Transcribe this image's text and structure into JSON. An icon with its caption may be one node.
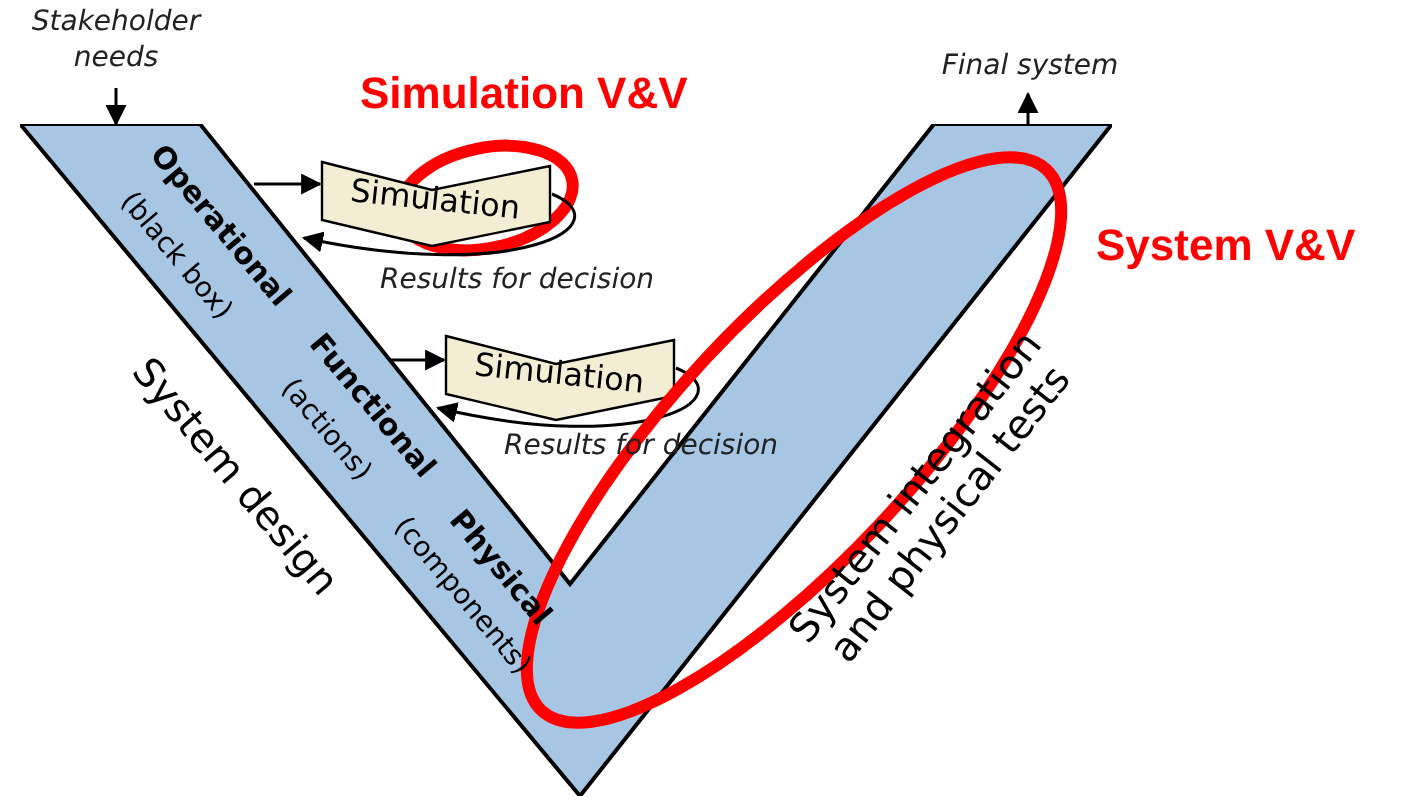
{
  "diagram": {
    "nodes": [
      {
        "text": [
          "Stakeholder needs"
        ]
      },
      {
        "text": [
          "Final system"
        ]
      },
      {
        "text": [
          "Operational",
          "(black box)",
          "Functional",
          "(actions)",
          "Physical",
          "(components)"
        ],
        "beside": [
          "System design",
          "System integration and physical tests"
        ]
      },
      {
        "text": [
          "Simulation"
        ]
      },
      {
        "text": [
          "Simulation"
        ]
      }
    ],
    "edges": [
      {
        "from": 0,
        "to": 2,
        "arrow": "to"
      },
      {
        "from": 2,
        "to": 3,
        "arrow": "to"
      },
      {
        "from": 3,
        "to": 2,
        "arrow": "to",
        "label": "Results for decision"
      },
      {
        "from": 2,
        "to": 4,
        "arrow": "to"
      },
      {
        "from": 4,
        "to": 2,
        "arrow": "to",
        "label": "Results for decision"
      },
      {
        "from": 2,
        "to": 1,
        "arrow": "to"
      }
    ],
    "labels": [
      "Simulation V&V",
      "System V&V"
    ]
  }
}
